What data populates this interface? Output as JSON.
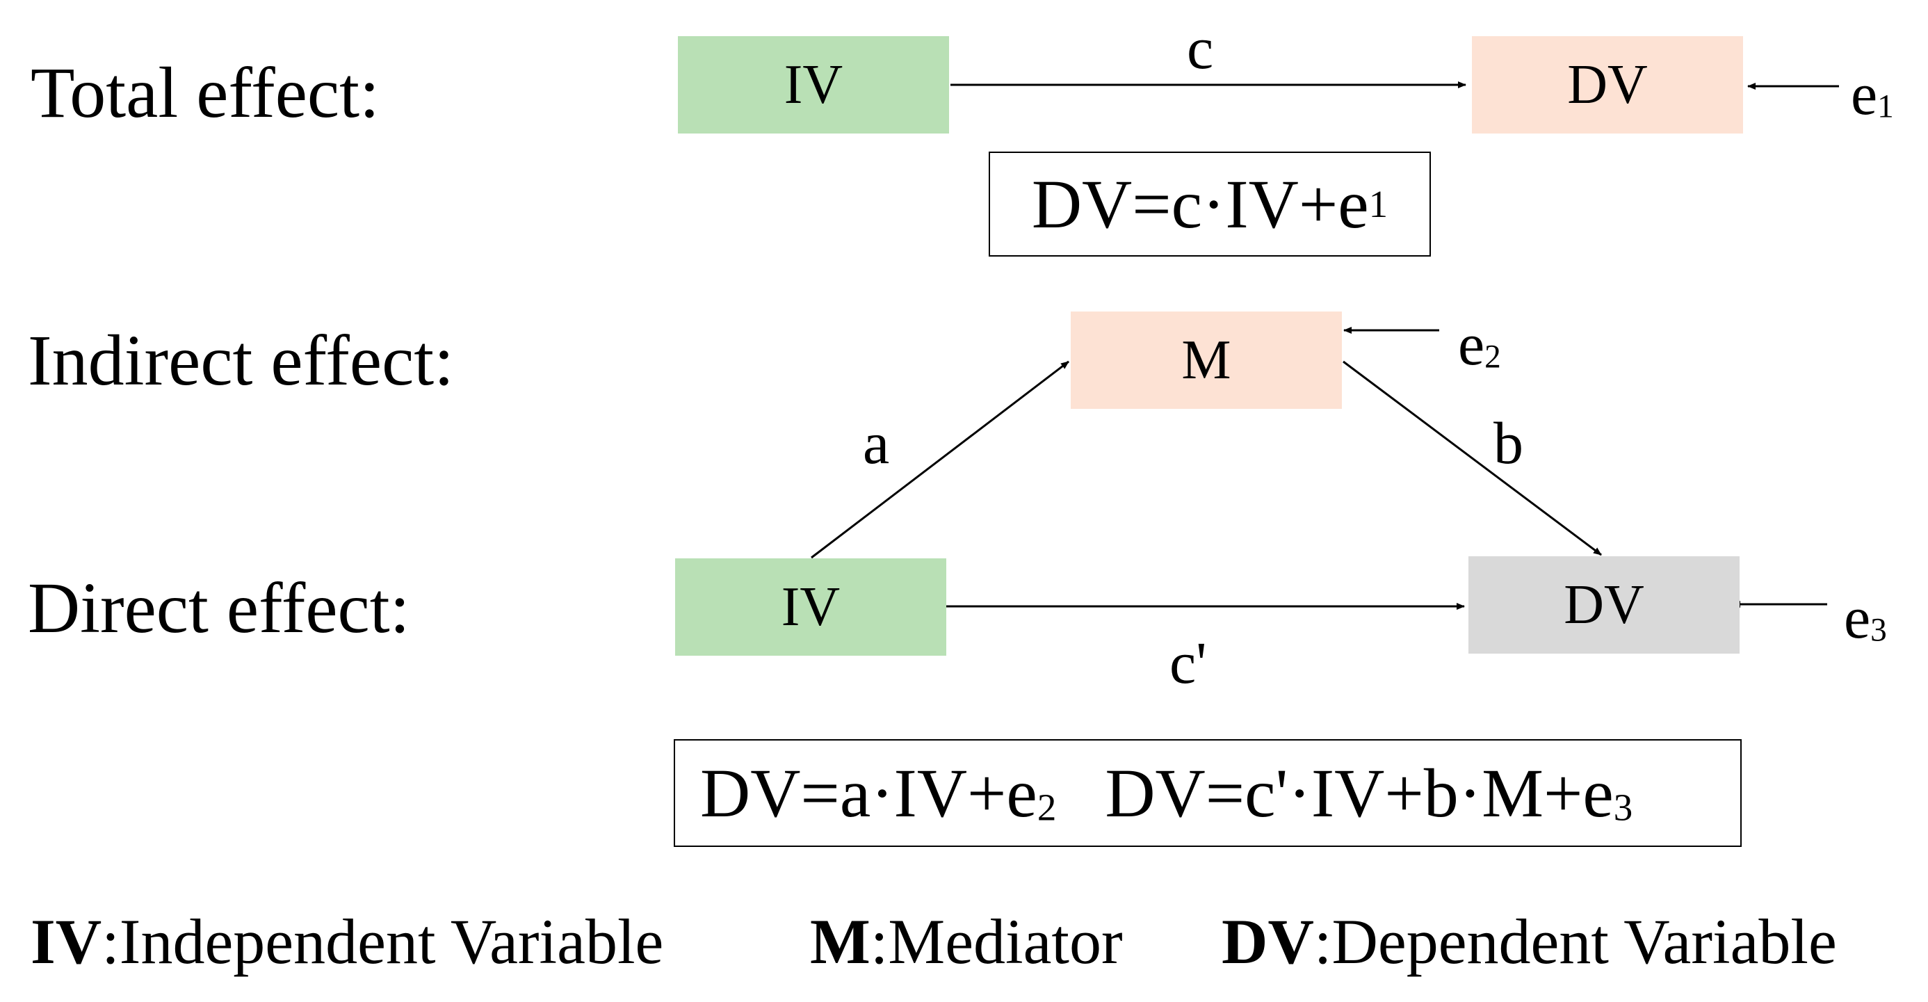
{
  "colors": {
    "iv_fill": "#b9e0b5",
    "dv_total_fill": "#fde2d4",
    "m_fill": "#fde2d4",
    "dv_direct_fill": "#d9d9d9",
    "stroke": "#000000"
  },
  "rows": {
    "total": "Total effect:",
    "indirect": "Indirect effect:",
    "direct": "Direct effect:"
  },
  "nodes": {
    "iv_total": "IV",
    "dv_total": "DV",
    "mediator": "M",
    "iv_direct": "IV",
    "dv_direct": "DV"
  },
  "paths": {
    "c": "c",
    "a": "a",
    "b": "b",
    "c_prime": "c'"
  },
  "errors": {
    "e1": {
      "base": "e",
      "sub": "1"
    },
    "e2": {
      "base": "e",
      "sub": "2"
    },
    "e3": {
      "base": "e",
      "sub": "3"
    }
  },
  "equations": {
    "total": {
      "main": "DV=c·IV+e",
      "sub": "1"
    },
    "indirect": {
      "main": "DV=a·IV+e",
      "sub": "2"
    },
    "direct": {
      "main": "DV=c'·IV+b·M+e",
      "sub": "3"
    }
  },
  "legend": {
    "iv_abbr": "IV",
    "iv_text": ":Independent Variable",
    "m_abbr": "M",
    "m_text": ":Mediator",
    "dv_abbr": "DV",
    "dv_text": ":Dependent Variable"
  }
}
